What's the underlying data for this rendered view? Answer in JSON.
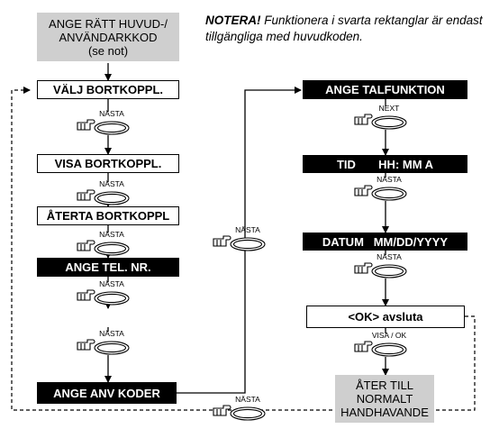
{
  "header_box": {
    "lines": [
      "ANGE RÄTT HUVUD-/",
      "ANVÄNDARKKOD",
      "(se not)"
    ]
  },
  "note": {
    "bold": "NOTERA!",
    "text": " Funktionera i svarta rektanglar är endast tillgängliga med huvudkoden."
  },
  "left_column": {
    "box1": "VÄLJ BORTKOPPL.",
    "box2": "VISA BORTKOPPL.",
    "box3": "ÅTERTA BORTKOPPL",
    "box4": "ANGE TEL. NR.",
    "box5": "ANGE ANV KODER"
  },
  "right_column": {
    "box1": "ANGE TALFUNKTION",
    "box2": "TID       HH: MM A",
    "box3": "DATUM   MM/DD/YYYY",
    "box4": "<OK> avsluta",
    "return_box": [
      "ÅTER TILL",
      "NORMALT",
      "HANDHAVANDE"
    ]
  },
  "buttons": {
    "next_sv": "NÄSTA",
    "next_en": "NEXT",
    "view_ok": "VISA / OK"
  },
  "colors": {
    "gray_box": "#cfcfcf",
    "black_box": "#000000",
    "line": "#000000"
  }
}
